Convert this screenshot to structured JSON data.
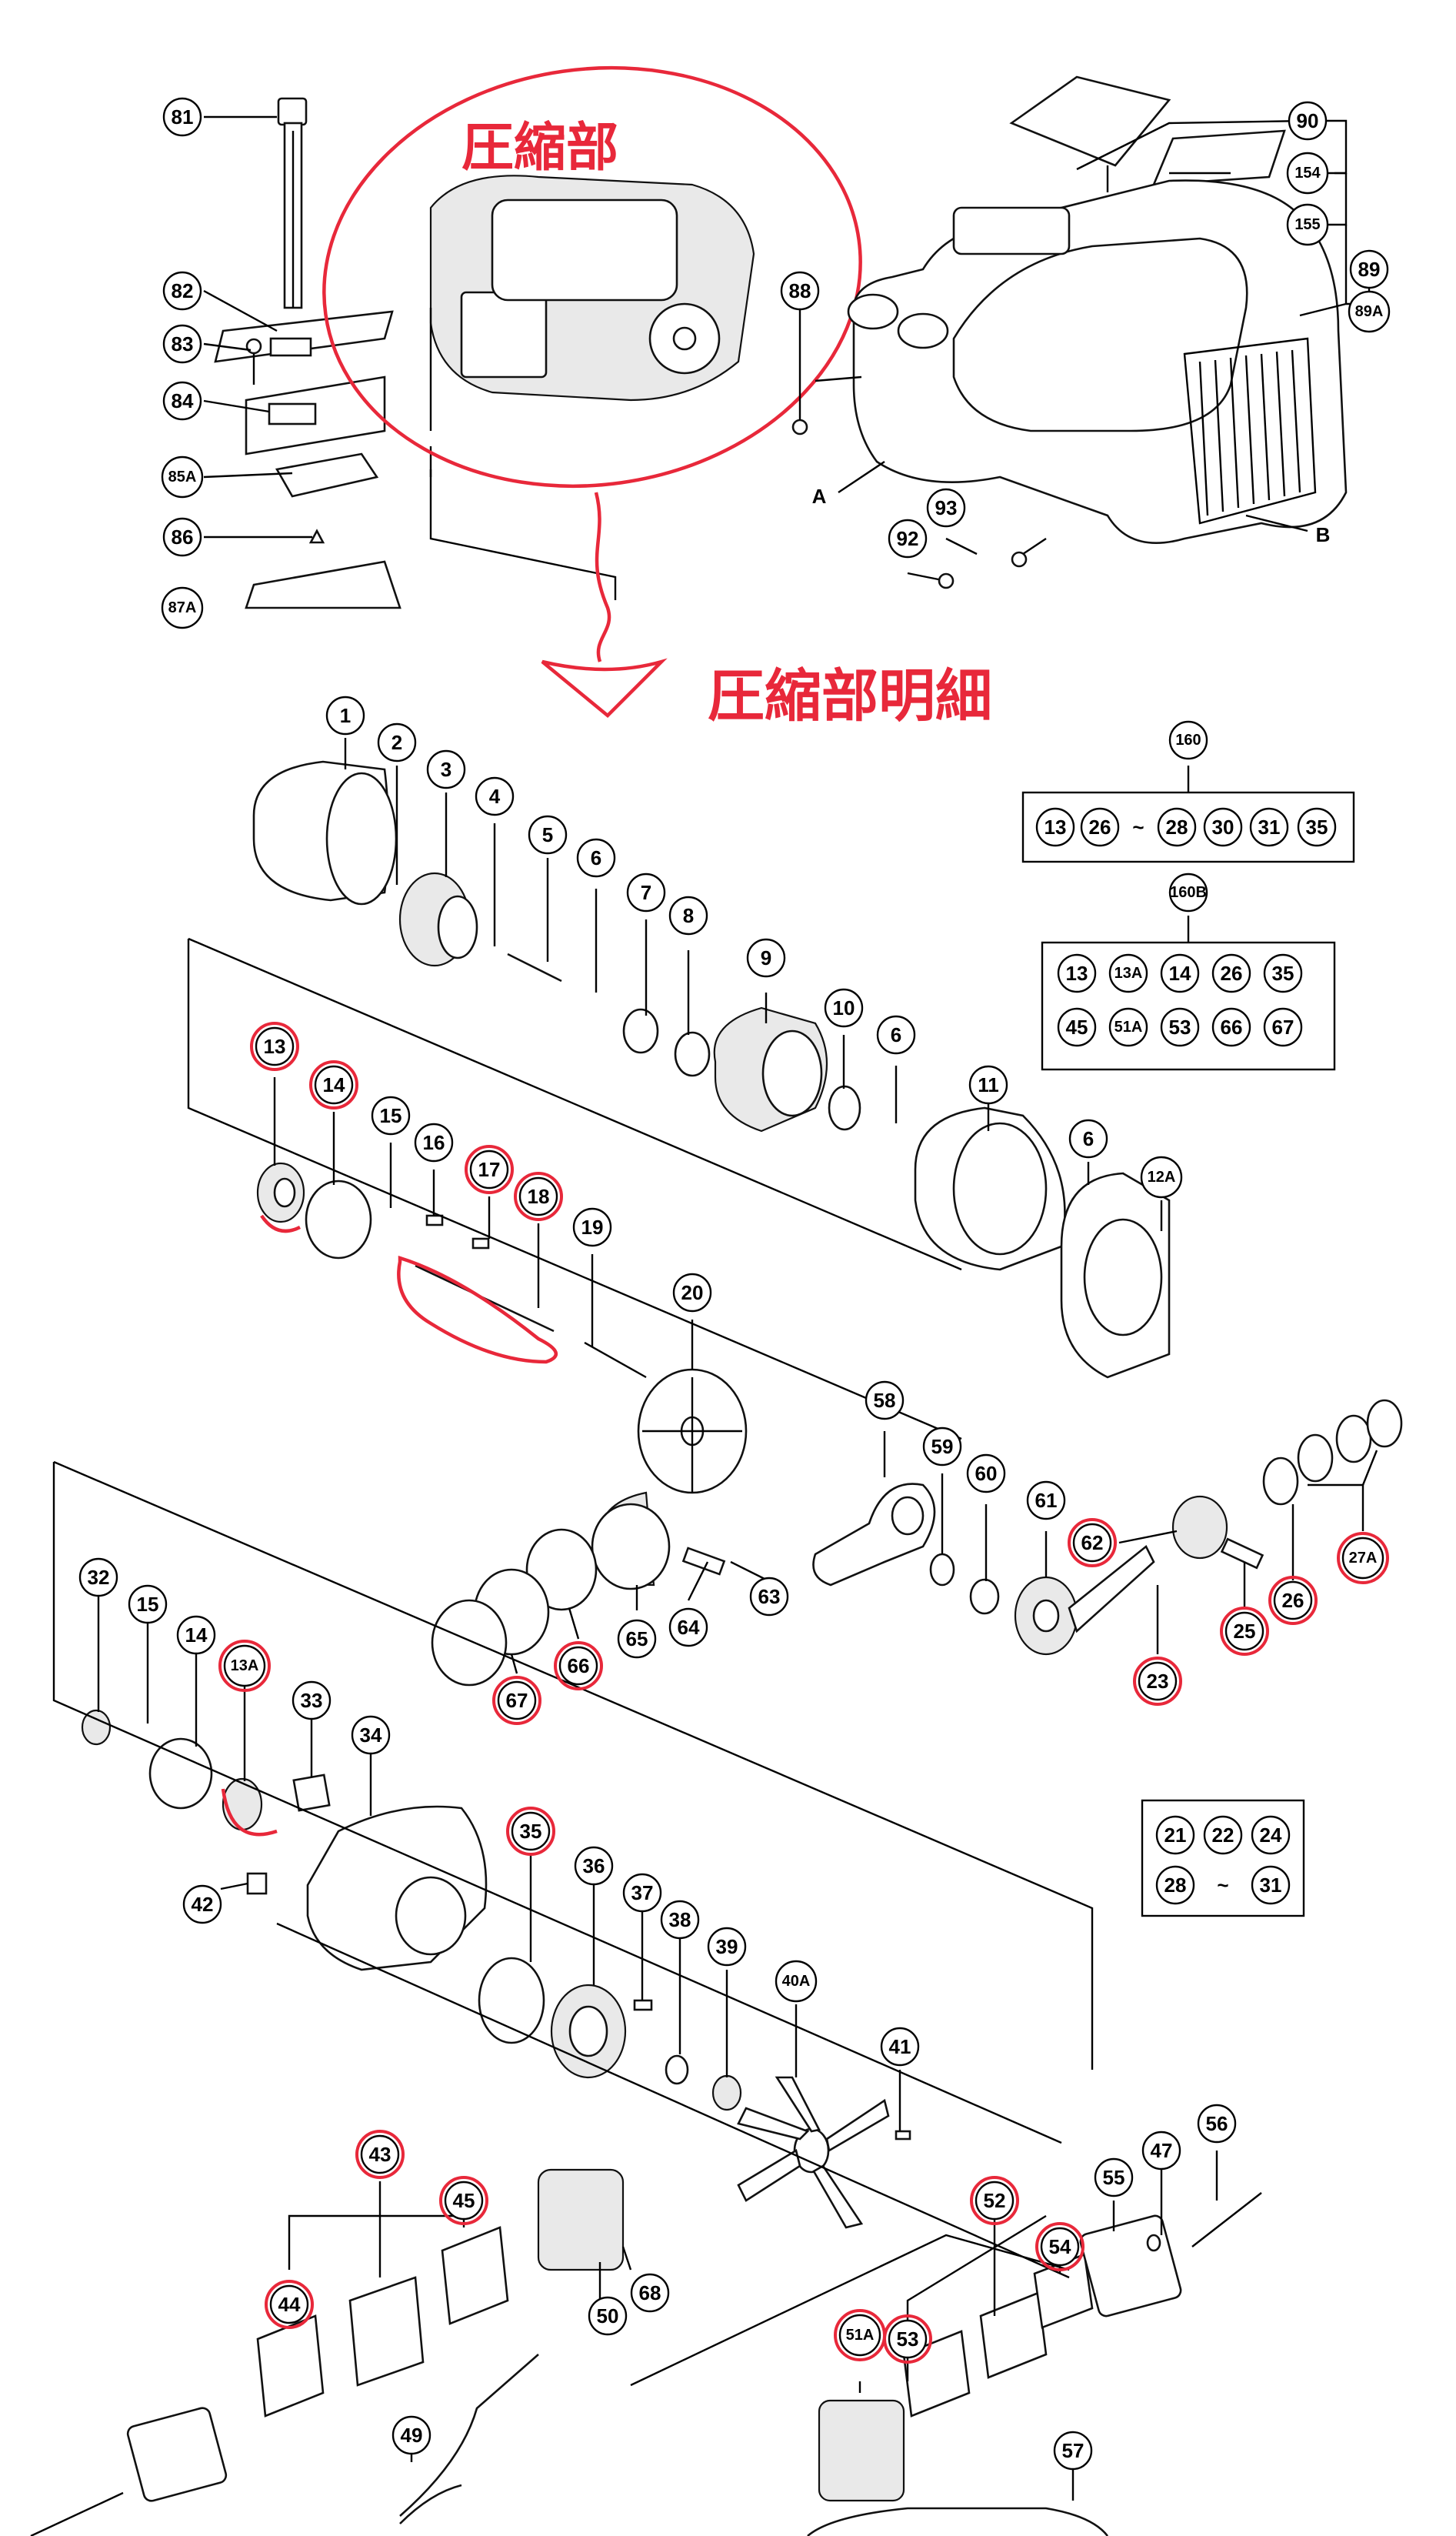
{
  "annotations": {
    "compression_section": "圧縮部",
    "compression_detail": "圧縮部明細"
  },
  "labels": {
    "A": "A",
    "B": "B"
  },
  "colors": {
    "annotation_red": "#e8283a",
    "line": "#000000"
  },
  "parts": [
    {
      "id": "p81",
      "text": "81"
    },
    {
      "id": "p82",
      "text": "82"
    },
    {
      "id": "p83",
      "text": "83"
    },
    {
      "id": "p84",
      "text": "84"
    },
    {
      "id": "p85A",
      "text": "85A"
    },
    {
      "id": "p86",
      "text": "86"
    },
    {
      "id": "p87A",
      "text": "87A"
    },
    {
      "id": "p88",
      "text": "88"
    },
    {
      "id": "p90",
      "text": "90"
    },
    {
      "id": "p154",
      "text": "154"
    },
    {
      "id": "p155",
      "text": "155"
    },
    {
      "id": "p89",
      "text": "89"
    },
    {
      "id": "p89A",
      "text": "89A"
    },
    {
      "id": "p92",
      "text": "92"
    },
    {
      "id": "p93",
      "text": "93"
    },
    {
      "id": "p1",
      "text": "1"
    },
    {
      "id": "p2",
      "text": "2"
    },
    {
      "id": "p3",
      "text": "3"
    },
    {
      "id": "p4",
      "text": "4"
    },
    {
      "id": "p5",
      "text": "5"
    },
    {
      "id": "p6a",
      "text": "6"
    },
    {
      "id": "p7",
      "text": "7"
    },
    {
      "id": "p8",
      "text": "8"
    },
    {
      "id": "p9",
      "text": "9"
    },
    {
      "id": "p10",
      "text": "10"
    },
    {
      "id": "p6b",
      "text": "6"
    },
    {
      "id": "p11",
      "text": "11"
    },
    {
      "id": "p6c",
      "text": "6"
    },
    {
      "id": "p12A",
      "text": "12A"
    },
    {
      "id": "p13",
      "text": "13"
    },
    {
      "id": "p14",
      "text": "14"
    },
    {
      "id": "p15",
      "text": "15"
    },
    {
      "id": "p16",
      "text": "16"
    },
    {
      "id": "p17",
      "text": "17"
    },
    {
      "id": "p18",
      "text": "18"
    },
    {
      "id": "p19",
      "text": "19"
    },
    {
      "id": "p20",
      "text": "20"
    },
    {
      "id": "p58",
      "text": "58"
    },
    {
      "id": "p59",
      "text": "59"
    },
    {
      "id": "p60",
      "text": "60"
    },
    {
      "id": "p61",
      "text": "61"
    },
    {
      "id": "p62",
      "text": "62"
    },
    {
      "id": "p63",
      "text": "63"
    },
    {
      "id": "p64",
      "text": "64"
    },
    {
      "id": "p65",
      "text": "65"
    },
    {
      "id": "p66",
      "text": "66"
    },
    {
      "id": "p67",
      "text": "67"
    },
    {
      "id": "p23",
      "text": "23"
    },
    {
      "id": "p25",
      "text": "25"
    },
    {
      "id": "p26",
      "text": "26"
    },
    {
      "id": "p27A",
      "text": "27A"
    },
    {
      "id": "p32",
      "text": "32"
    },
    {
      "id": "p15b",
      "text": "15"
    },
    {
      "id": "p14b",
      "text": "14"
    },
    {
      "id": "p13A",
      "text": "13A"
    },
    {
      "id": "p33",
      "text": "33"
    },
    {
      "id": "p34",
      "text": "34"
    },
    {
      "id": "p42",
      "text": "42"
    },
    {
      "id": "p35",
      "text": "35"
    },
    {
      "id": "p36",
      "text": "36"
    },
    {
      "id": "p37",
      "text": "37"
    },
    {
      "id": "p38",
      "text": "38"
    },
    {
      "id": "p39",
      "text": "39"
    },
    {
      "id": "p40A",
      "text": "40A"
    },
    {
      "id": "p41",
      "text": "41"
    },
    {
      "id": "p43",
      "text": "43"
    },
    {
      "id": "p44",
      "text": "44"
    },
    {
      "id": "p45",
      "text": "45"
    },
    {
      "id": "p50",
      "text": "50"
    },
    {
      "id": "p68",
      "text": "68"
    },
    {
      "id": "p49",
      "text": "49"
    },
    {
      "id": "p51A",
      "text": "51A"
    },
    {
      "id": "p52",
      "text": "52"
    },
    {
      "id": "p53",
      "text": "53"
    },
    {
      "id": "p54",
      "text": "54"
    },
    {
      "id": "p55",
      "text": "55"
    },
    {
      "id": "p47",
      "text": "47"
    },
    {
      "id": "p56",
      "text": "56"
    },
    {
      "id": "p57",
      "text": "57"
    }
  ],
  "kits": {
    "k160": {
      "label": "160",
      "items": [
        "13",
        "26",
        "28",
        "30",
        "31",
        "35"
      ],
      "range_symbol": "~"
    },
    "k160B": {
      "label": "160B",
      "items": [
        "13",
        "13A",
        "14",
        "26",
        "35",
        "45",
        "51A",
        "53",
        "66",
        "67"
      ]
    },
    "kset": {
      "items": [
        "21",
        "22",
        "24",
        "28",
        "31"
      ],
      "range_symbol": "~"
    }
  }
}
